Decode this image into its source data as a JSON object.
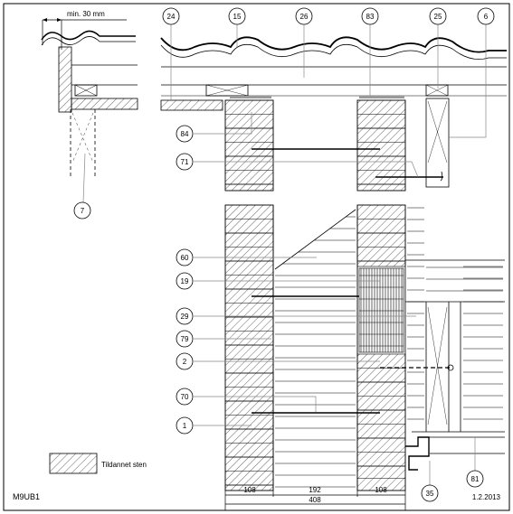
{
  "min_dimension_label": "min. 30 mm",
  "callouts": {
    "c24": "24",
    "c15": "15",
    "c26": "26",
    "c83": "83",
    "c25": "25",
    "c6": "6",
    "c84": "84",
    "c71": "71",
    "c7": "7",
    "c60": "60",
    "c19": "19",
    "c29": "29",
    "c79": "79",
    "c2": "2",
    "c70": "70",
    "c1": "1",
    "c35": "35",
    "c81": "81"
  },
  "dimensions": {
    "d_outer": "108",
    "d_cavity": "192",
    "d_inner": "108",
    "d_total": "408"
  },
  "legend": {
    "label": "Tildannet sten"
  },
  "drawing_code": "M9UB1",
  "date": "1.2.2013",
  "colors": {
    "line": "#000000",
    "leader": "#888888",
    "background": "#ffffff"
  }
}
